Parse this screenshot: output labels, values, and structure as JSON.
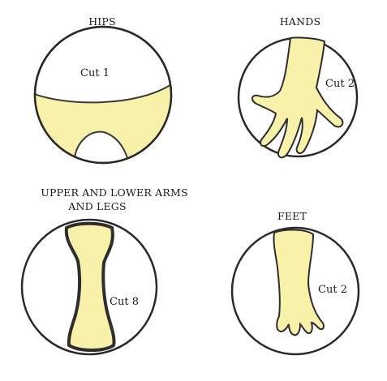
{
  "pieces": {
    "hips": {
      "title": "HIPS",
      "cut": "Cut 1"
    },
    "hands": {
      "title": "HANDS",
      "cut": "Cut 2"
    },
    "limbs": {
      "title_line1": "UPPER AND LOWER ARMS",
      "title_line2": "AND LEGS",
      "cut": "Cut 8"
    },
    "feet": {
      "title": "FEET",
      "cut": "Cut 2"
    }
  },
  "colors": {
    "fill": "#f8f1a9",
    "outline": "#2a2a2a",
    "paper": "#ffffff"
  }
}
